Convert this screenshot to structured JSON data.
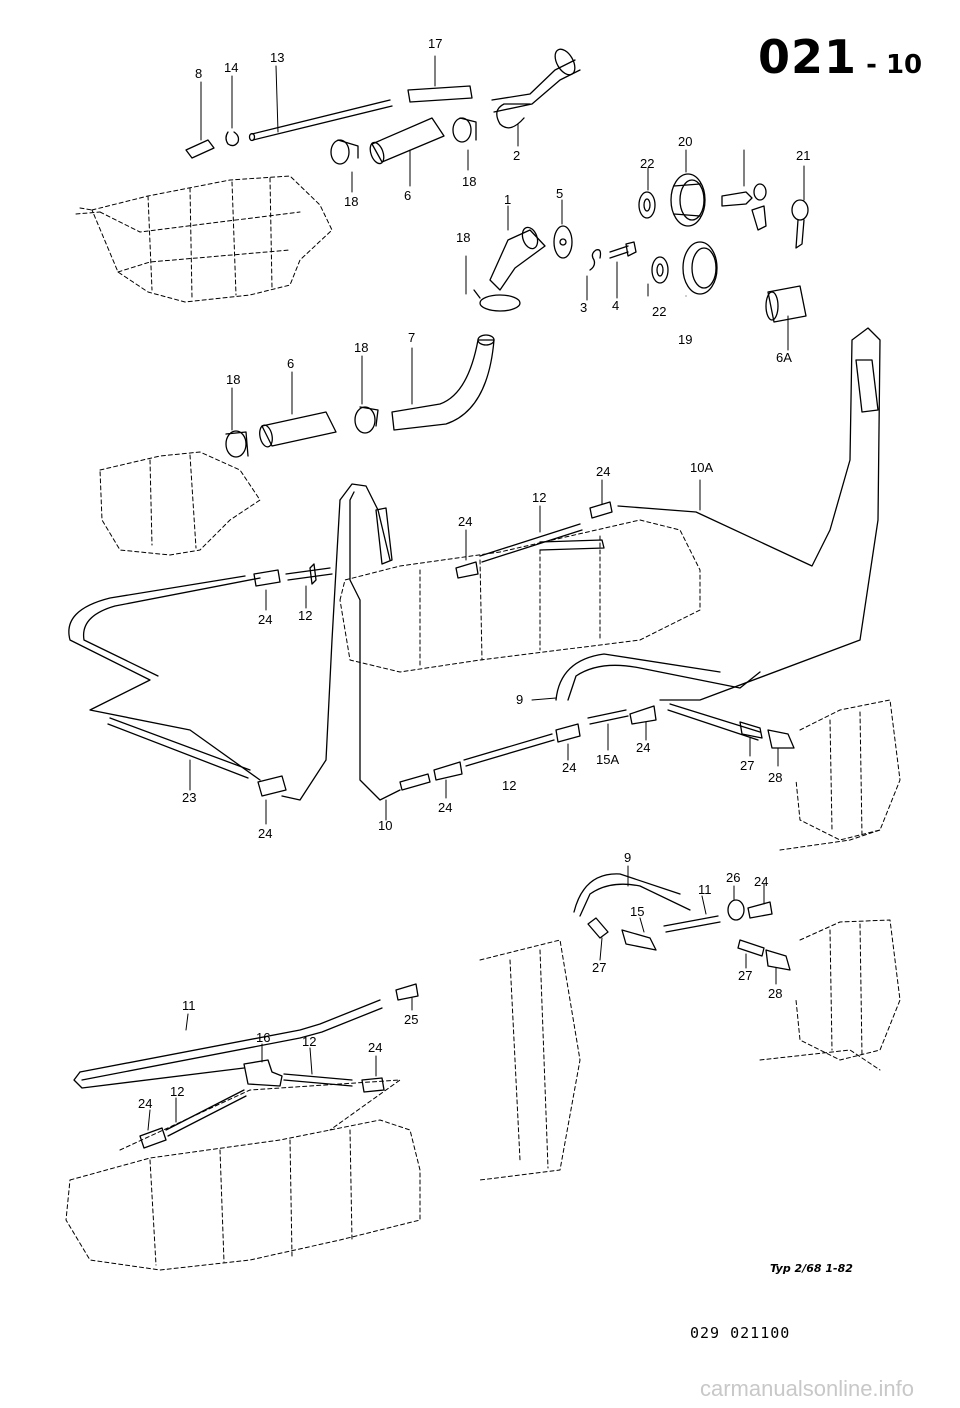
{
  "header": {
    "section_number": "021",
    "page_suffix": "10"
  },
  "footer": {
    "model_note": "Typ 2/68   1-82",
    "figure_code": "029  021100",
    "watermark": "carmanualsonline.info"
  },
  "callouts": {
    "c8": "8",
    "c14": "14",
    "c13": "13",
    "c17": "17",
    "c2": "2",
    "c18a": "18",
    "c6a": "6",
    "c18b": "18",
    "c20": "20",
    "c22a": "22",
    "c21": "21",
    "c5": "5",
    "c1": "1",
    "c18c": "18",
    "c3": "3",
    "c4": "4",
    "c22b": "22",
    "c19": "19",
    "c6A": "6A",
    "c7": "7",
    "c18d": "18",
    "c6b": "6",
    "c18e": "18",
    "c24a": "24",
    "c10A": "10A",
    "c12a": "12",
    "c24b": "24",
    "c24c": "24",
    "c12b": "12",
    "c9a": "9",
    "c15A": "15A",
    "c24d": "24",
    "c24e": "24",
    "c27a": "27",
    "c28a": "28",
    "c12c": "12",
    "c24f": "24",
    "c10": "10",
    "c23": "23",
    "c24g": "24",
    "c9b": "9",
    "c26": "26",
    "c24h": "24",
    "c11a": "11",
    "c15": "15",
    "c27b": "27",
    "c27c": "27",
    "c28b": "28",
    "c11b": "11",
    "c25": "25",
    "c16": "16",
    "c12d": "12",
    "c24i": "24",
    "c24j": "24",
    "c12e": "12"
  }
}
